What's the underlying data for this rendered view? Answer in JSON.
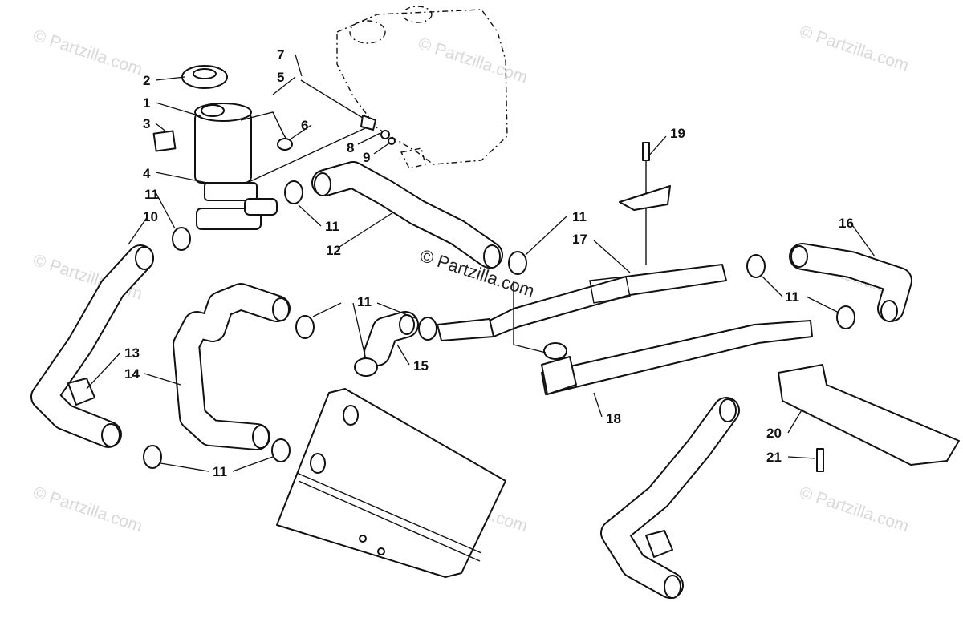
{
  "watermark_text": "© Partzilla.com",
  "callouts": {
    "c1": "1",
    "c2": "2",
    "c3": "3",
    "c4": "4",
    "c5": "5",
    "c6": "6",
    "c7": "7",
    "c8": "8",
    "c9": "9",
    "c10": "10",
    "c11a": "11",
    "c11b": "11",
    "c11c": "11",
    "c11d": "11",
    "c11e": "11",
    "c11f": "11",
    "c12": "12",
    "c13": "13",
    "c14": "14",
    "c15": "15",
    "c16": "16",
    "c17": "17",
    "c18": "18",
    "c19": "19",
    "c20": "20",
    "c21": "21"
  }
}
